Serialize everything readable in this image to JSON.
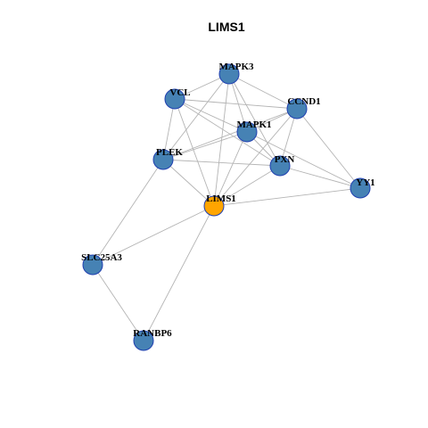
{
  "title": "LIMS1",
  "colors": {
    "node_fill": "#4682b4",
    "focus_fill": "#ffa500",
    "node_border": "#1f3fb0",
    "focus_border": "#7a4a00",
    "edge": "#b4b4b4"
  },
  "nodes": [
    {
      "id": "MAPK3",
      "label": "MAPK3"
    },
    {
      "id": "VCL",
      "label": "VCL"
    },
    {
      "id": "CCND1",
      "label": "CCND1"
    },
    {
      "id": "MAPK1",
      "label": "MAPK1"
    },
    {
      "id": "PLEK",
      "label": "PLEK"
    },
    {
      "id": "PXN",
      "label": "PXN"
    },
    {
      "id": "YY1",
      "label": "YY1"
    },
    {
      "id": "LIMS1",
      "label": "LIMS1",
      "focus": true
    },
    {
      "id": "SLC25A3",
      "label": "SLC25A3"
    },
    {
      "id": "RANBP6",
      "label": "RANBP6"
    }
  ],
  "edges": [
    [
      "MAPK3",
      "VCL"
    ],
    [
      "MAPK3",
      "CCND1"
    ],
    [
      "MAPK3",
      "MAPK1"
    ],
    [
      "MAPK3",
      "PLEK"
    ],
    [
      "MAPK3",
      "PXN"
    ],
    [
      "MAPK3",
      "LIMS1"
    ],
    [
      "VCL",
      "CCND1"
    ],
    [
      "VCL",
      "MAPK1"
    ],
    [
      "VCL",
      "PXN"
    ],
    [
      "VCL",
      "LIMS1"
    ],
    [
      "VCL",
      "PLEK"
    ],
    [
      "CCND1",
      "MAPK1"
    ],
    [
      "CCND1",
      "PLEK"
    ],
    [
      "CCND1",
      "PXN"
    ],
    [
      "CCND1",
      "YY1"
    ],
    [
      "CCND1",
      "LIMS1"
    ],
    [
      "MAPK1",
      "PLEK"
    ],
    [
      "MAPK1",
      "PXN"
    ],
    [
      "MAPK1",
      "YY1"
    ],
    [
      "MAPK1",
      "LIMS1"
    ],
    [
      "PLEK",
      "PXN"
    ],
    [
      "PLEK",
      "LIMS1"
    ],
    [
      "PLEK",
      "SLC25A3"
    ],
    [
      "PXN",
      "YY1"
    ],
    [
      "PXN",
      "LIMS1"
    ],
    [
      "YY1",
      "LIMS1"
    ],
    [
      "LIMS1",
      "SLC25A3"
    ],
    [
      "LIMS1",
      "RANBP6"
    ],
    [
      "SLC25A3",
      "RANBP6"
    ]
  ]
}
